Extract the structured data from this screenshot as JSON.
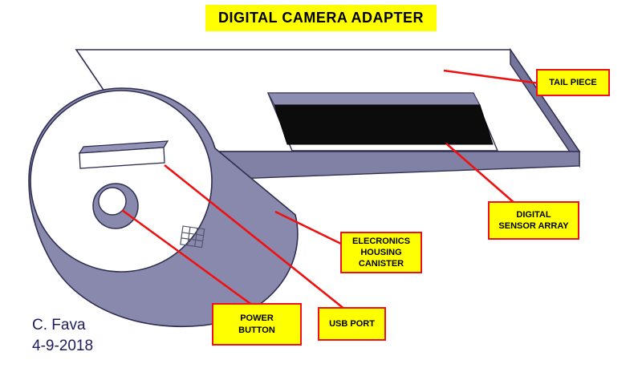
{
  "title": "DIGITAL CAMERA ADAPTER",
  "callouts": {
    "tail_piece": "TAIL PIECE",
    "digital_sensor_array": "DIGITAL\nSENSOR ARRAY",
    "electronics_housing_canister": "ELECRONICS\nHOUSING\nCANISTER",
    "usb_port": "USB PORT",
    "power_button": "POWER\nBUTTON"
  },
  "signature": {
    "author": "C. Fava",
    "date": "4-9-2018"
  },
  "colors": {
    "title_bg": "#ffff00",
    "callout_bg": "#ffff00",
    "callout_border": "#ee1111",
    "leader_line": "#ee1111",
    "model_body_purple": "#8989ae",
    "model_side_purple": "#7a7aa0",
    "model_top_white": "#ffffff",
    "sensor_black": "#0c0c0c",
    "model_outline": "#2e2e52",
    "signature_text": "#1c1c60"
  },
  "icons": {
    "origin_marker": "origin-grid-icon"
  }
}
